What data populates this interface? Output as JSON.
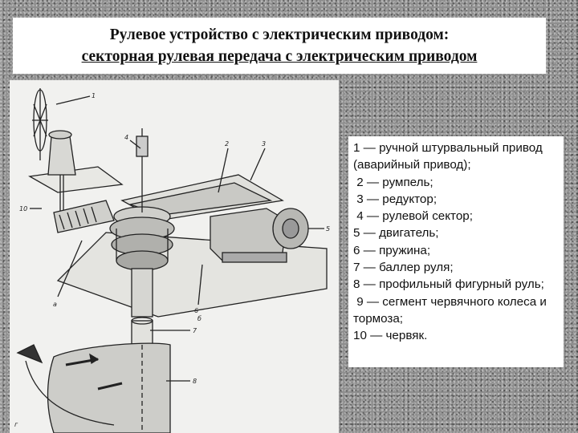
{
  "title": {
    "line1": "Рулевое устройство с электрическим приводом:",
    "line2": "секторная рулевая передача с электрическим приводом"
  },
  "legend": [
    "1 — ручной штурвальный привод (аварийный привод);",
    " 2 — румпель;",
    " 3 — редуктор;",
    " 4 — рулевой сектор;",
    "5 — двигатель;",
    "6 — пружина;",
    "7 — баллер руля;",
    "8 — профильный фигурный руль;",
    " 9 — сегмент червячного колеса и тормоза;",
    "10 — червяк."
  ],
  "diagram": {
    "labels": [
      "1",
      "2",
      "3",
      "4",
      "5",
      "6",
      "7",
      "8",
      "10",
      "а",
      "б",
      "г"
    ]
  }
}
